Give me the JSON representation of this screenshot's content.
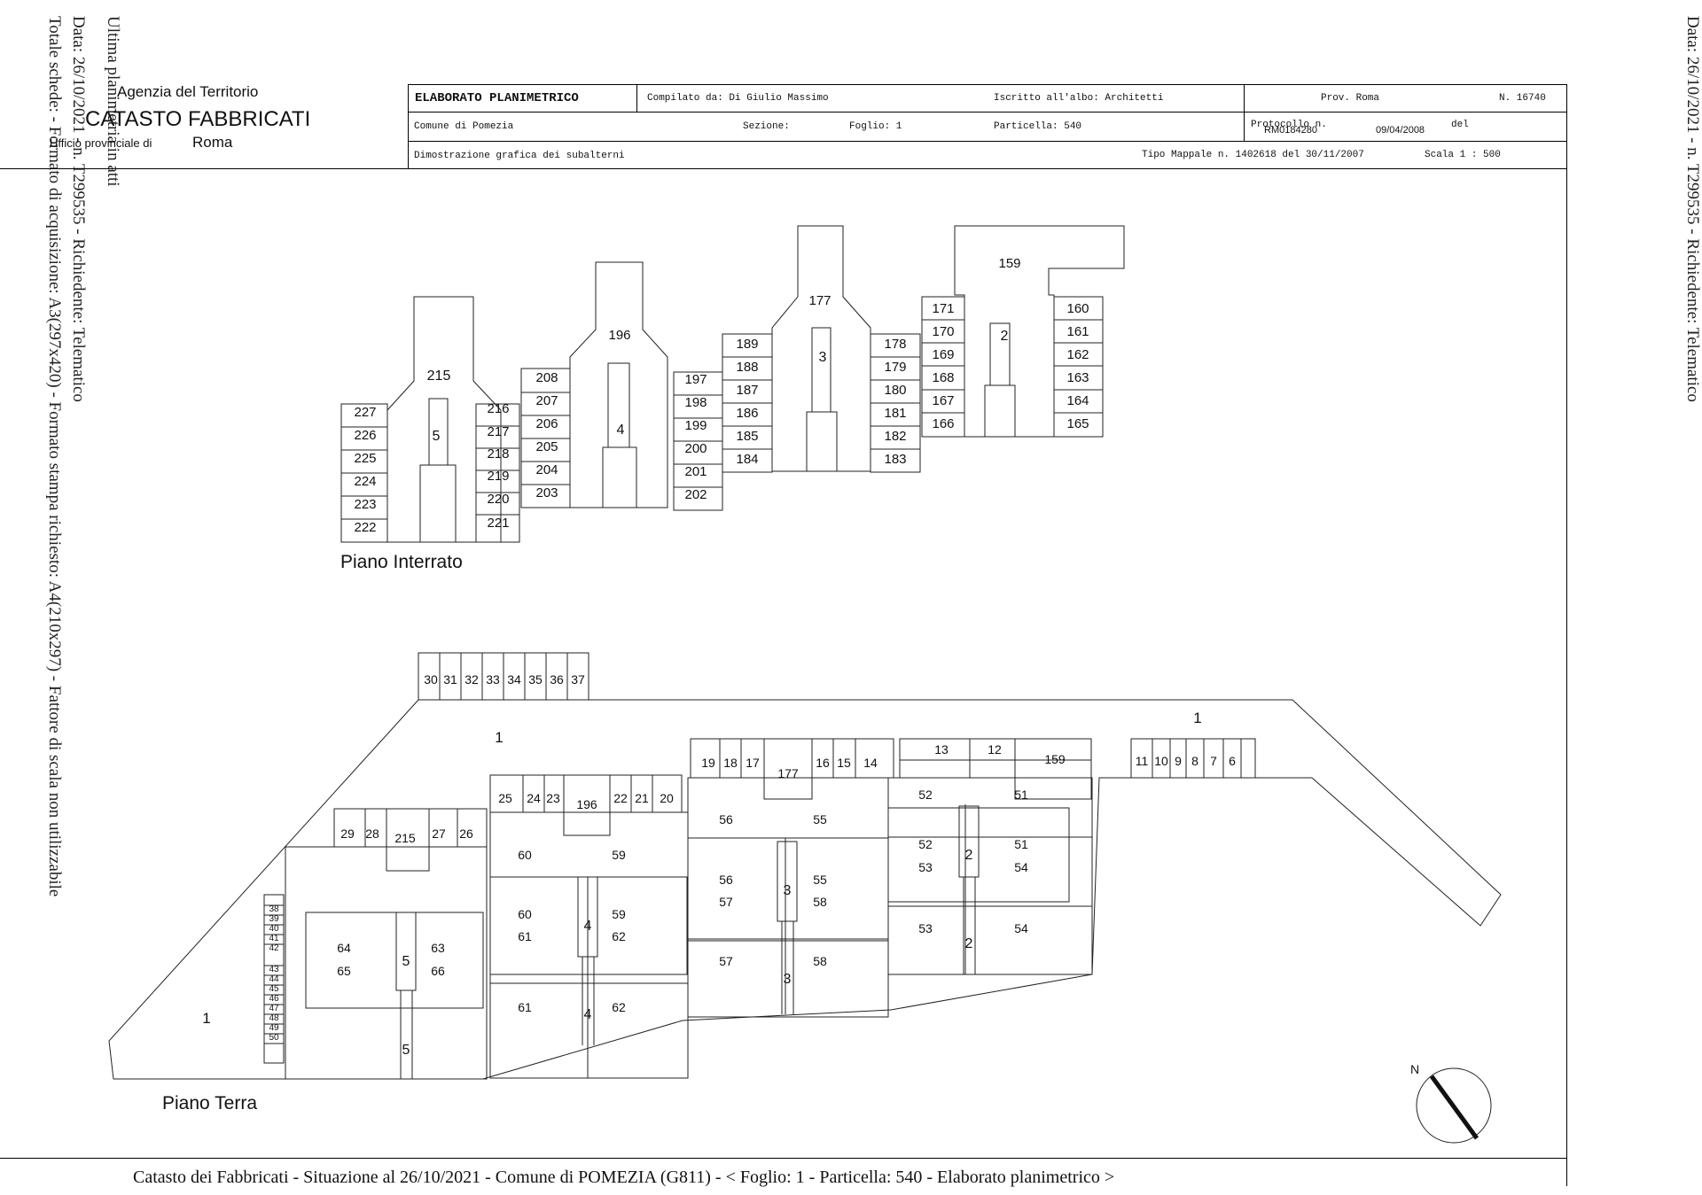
{
  "margin_left": {
    "line1": "Ultima planimetria in atti",
    "line2": "Data: 26/10/2021 - n. T299535 - Richiedente: Telematico",
    "line3": "Totale schede: - Formato di acquisizione: A3(297x420) - Formato stampa richiesto: A4(210x297) - Fattore di scala non utilizzabile"
  },
  "margin_right": {
    "line1": "Data: 26/10/2021 - n. T299535 - Richiedente: Telematico"
  },
  "agency": {
    "name": "Agenzia del Territorio",
    "title": "CATASTO FABBRICATI",
    "office_prefix": "Ufficio provinciale di",
    "office_city": "Roma"
  },
  "header": {
    "doc_type": "ELABORATO PLANIMETRICO",
    "compiled_by": "Compilato da: Di Giulio Massimo",
    "registered": "Iscritto all'albo: Architetti",
    "province": "Prov. Roma",
    "number": "N. 16740",
    "comune": "Comune di Pomezia",
    "sezione": "Sezione:",
    "foglio": "Foglio: 1",
    "particella": "Particella: 540",
    "protocollo_label": "Protocollo n.",
    "protocollo_code": "RM0184280",
    "protocollo_date": "09/04/2008",
    "del_label": "del",
    "dimostrazione": "Dimostrazione grafica dei subalterni",
    "tipo_mappale": "Tipo Mappale n. 1402618  del 30/11/2007",
    "scala": "Scala 1 : 500"
  },
  "plan": {
    "interrato_label": "Piano  Interrato",
    "terra_label": "Piano  Terra",
    "compass_label": "N"
  },
  "footer": {
    "text": "Catasto dei Fabbricati - Situazione al 26/10/2021 - Comune di POMEZIA (G811) - <  Foglio: 1 - Particella: 540 - Elaborato planimetrico >"
  }
}
